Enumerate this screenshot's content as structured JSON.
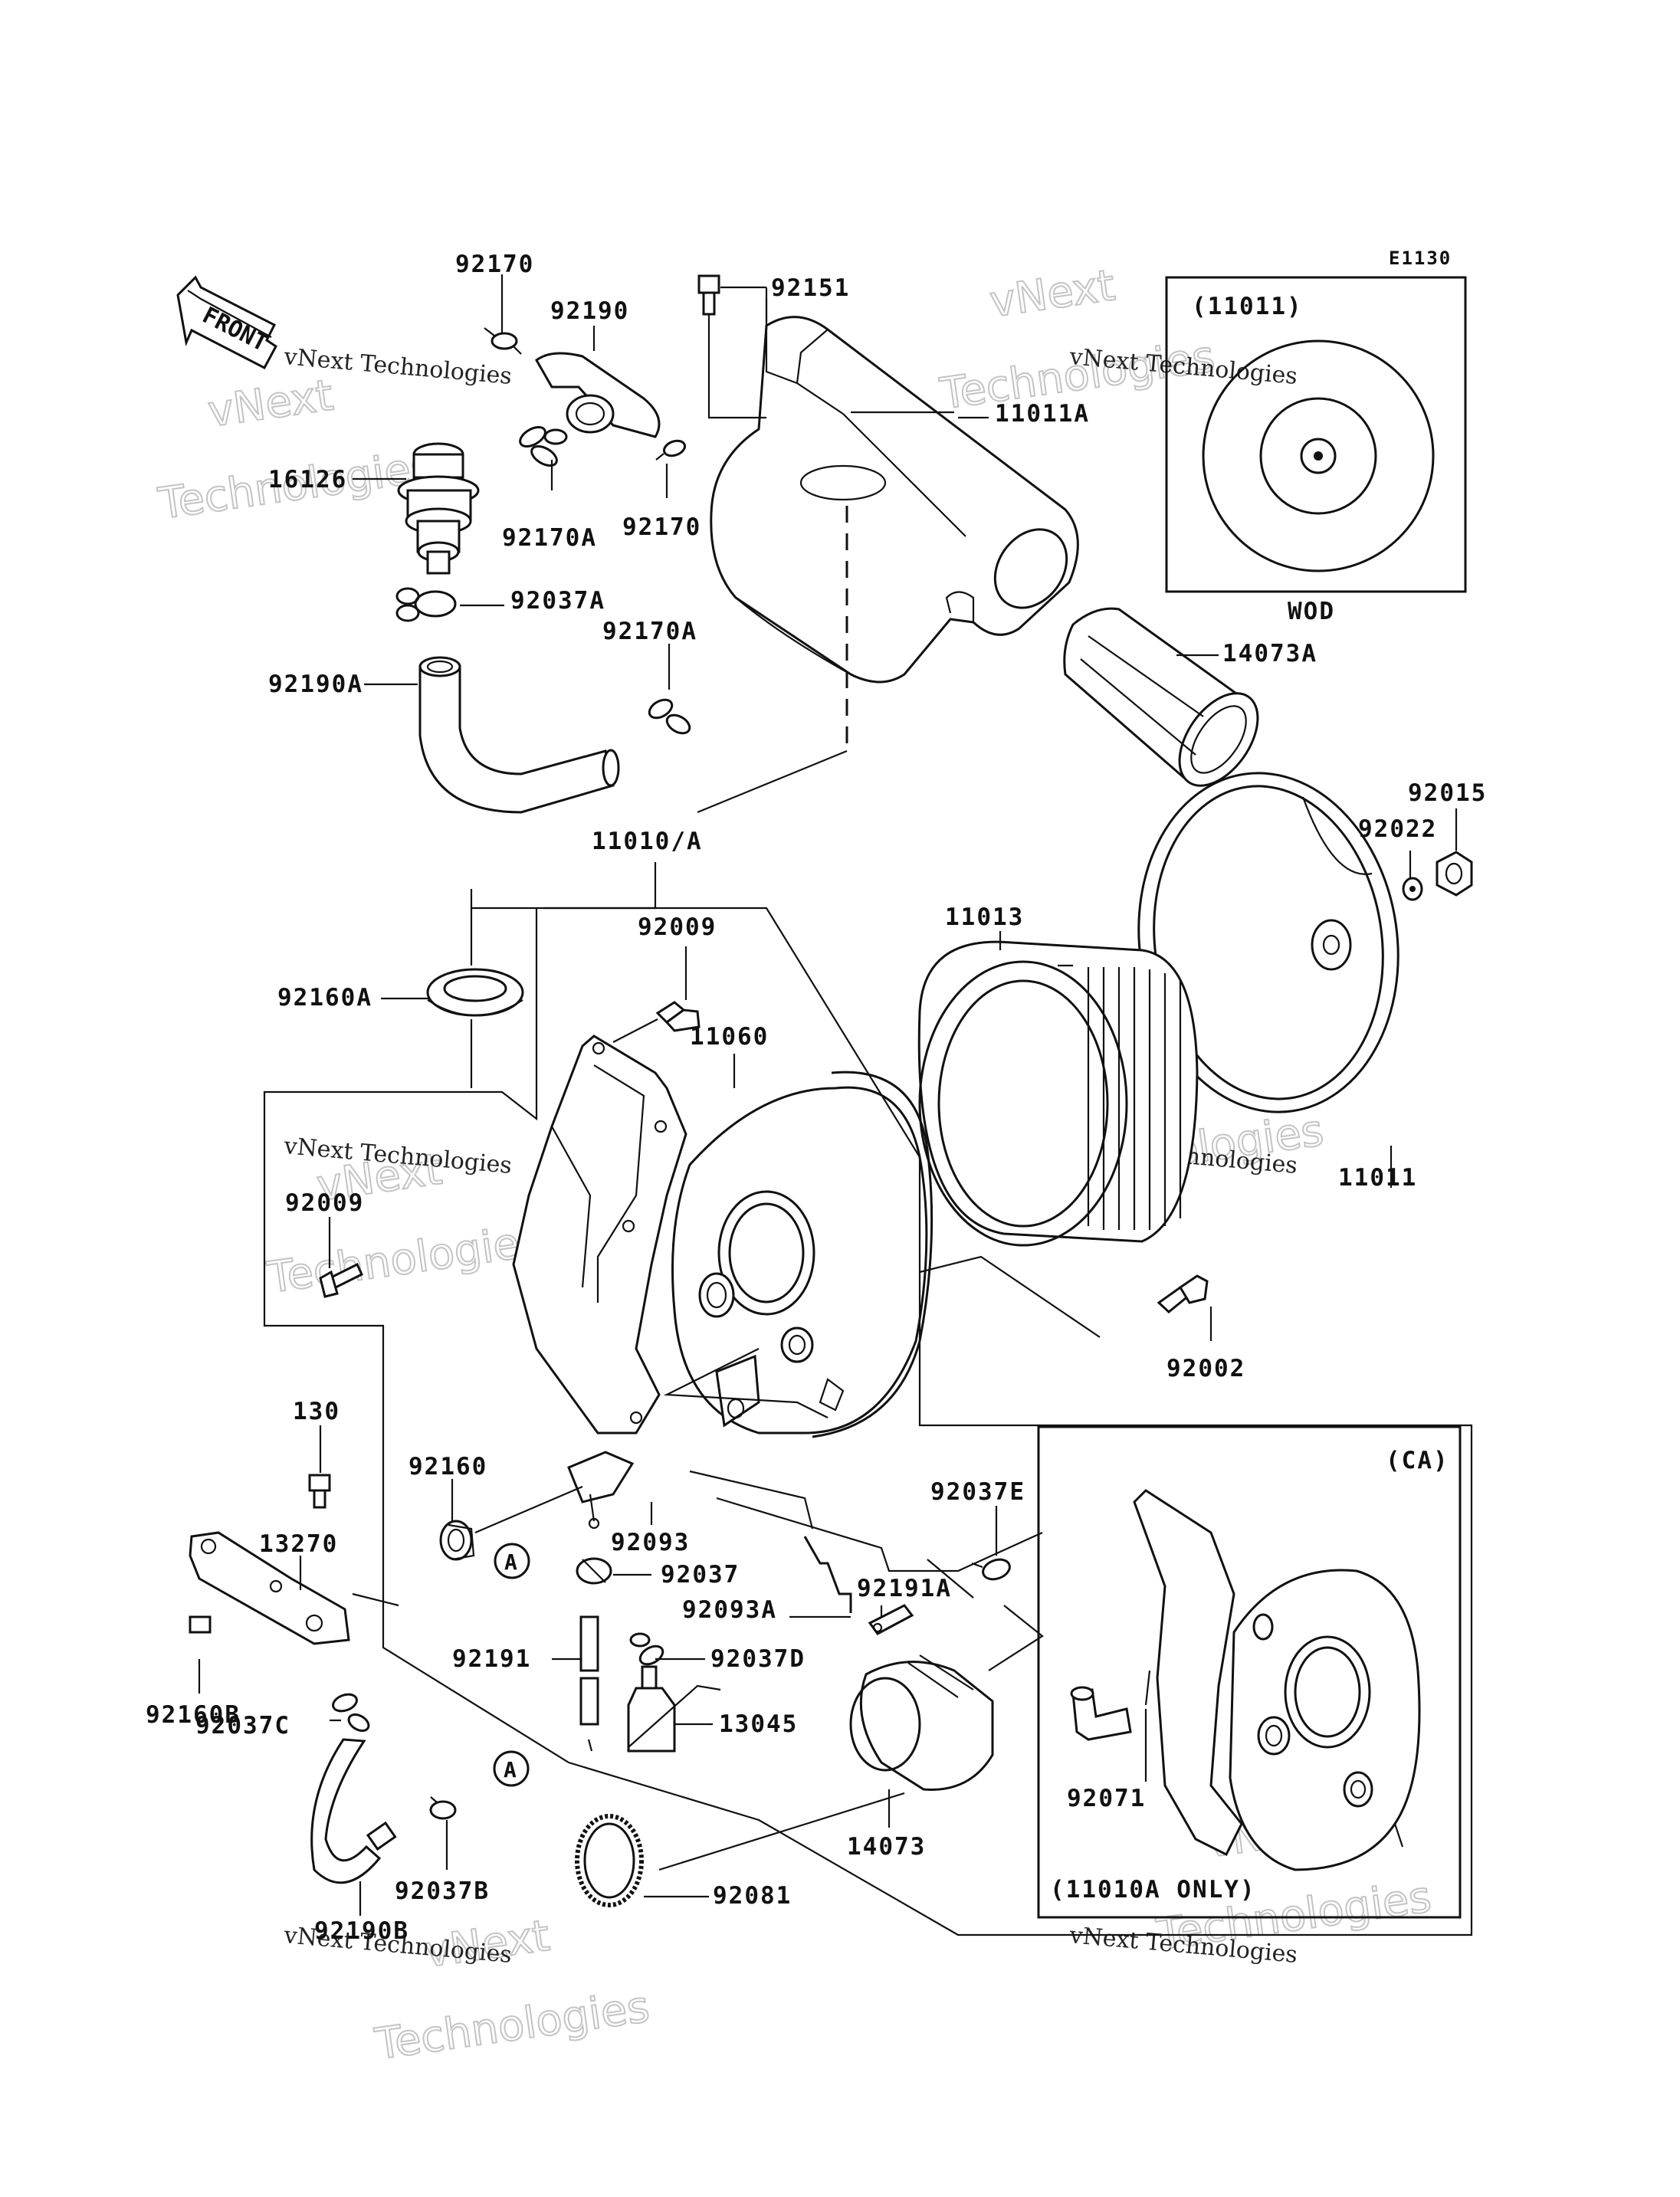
{
  "diagram_code": "E1130",
  "front_label": "FRONT",
  "watermark": {
    "line1": "vNext",
    "line2": "Technologies",
    "full": "vNext Technologies"
  },
  "inset_wod": {
    "part": "(11011)",
    "caption": "WOD"
  },
  "inset_ca": {
    "tag": "(CA)",
    "caption": "(11010A ONLY)"
  },
  "circle_marker": "A",
  "part_labels": {
    "p92170": "92170",
    "p92190": "92190",
    "p92151": "92151",
    "p11011A": "11011A",
    "p16126": "16126",
    "p92170A": "92170A",
    "p92170b": "92170",
    "p92037A": "92037A",
    "p92170Ab": "92170A",
    "p14073A": "14073A",
    "p92190A": "92190A",
    "p92015": "92015",
    "p92022": "92022",
    "p11010A": "11010/A",
    "p92009": "92009",
    "p11013": "11013",
    "p92160A": "92160A",
    "p11060": "11060",
    "p92009b": "92009",
    "p11011": "11011",
    "p92002": "92002",
    "p130": "130",
    "p92160": "92160",
    "p92037E": "92037E",
    "p13270": "13270",
    "p92093": "92093",
    "p92037": "92037",
    "p92191A": "92191A",
    "p92093A": "92093A",
    "p92191": "92191",
    "p92037D": "92037D",
    "p92160B": "92160B",
    "p13045": "13045",
    "p92037C": "92037C",
    "p92071": "92071",
    "p14073": "14073",
    "p92037B": "92037B",
    "p92081": "92081",
    "p92190B": "92190B"
  }
}
